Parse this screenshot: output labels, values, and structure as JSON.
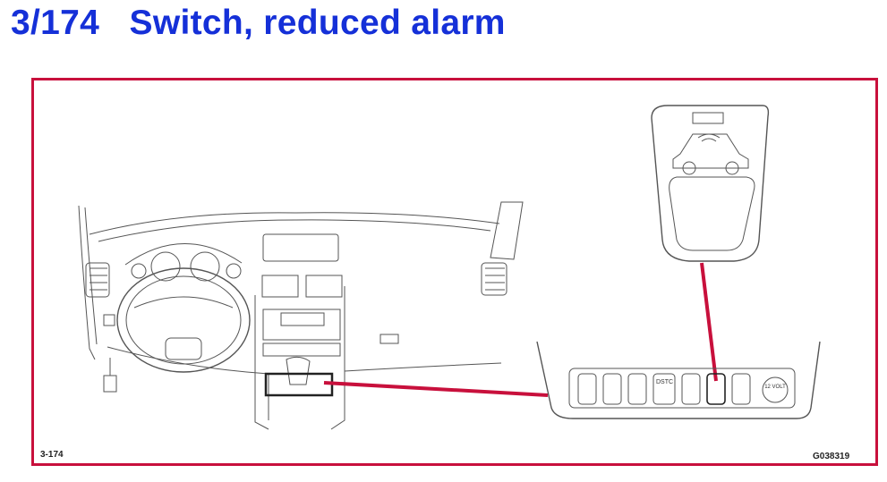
{
  "header": {
    "title": "3/174   Switch, reduced alarm"
  },
  "figure": {
    "ref_left": "3-174",
    "ref_right": "G038319",
    "switch_labels": [
      "DSTC",
      "12 VOLT"
    ],
    "frame_color": "#c8103c",
    "callout_color": "#c8103c",
    "title_color": "#1530d8"
  }
}
